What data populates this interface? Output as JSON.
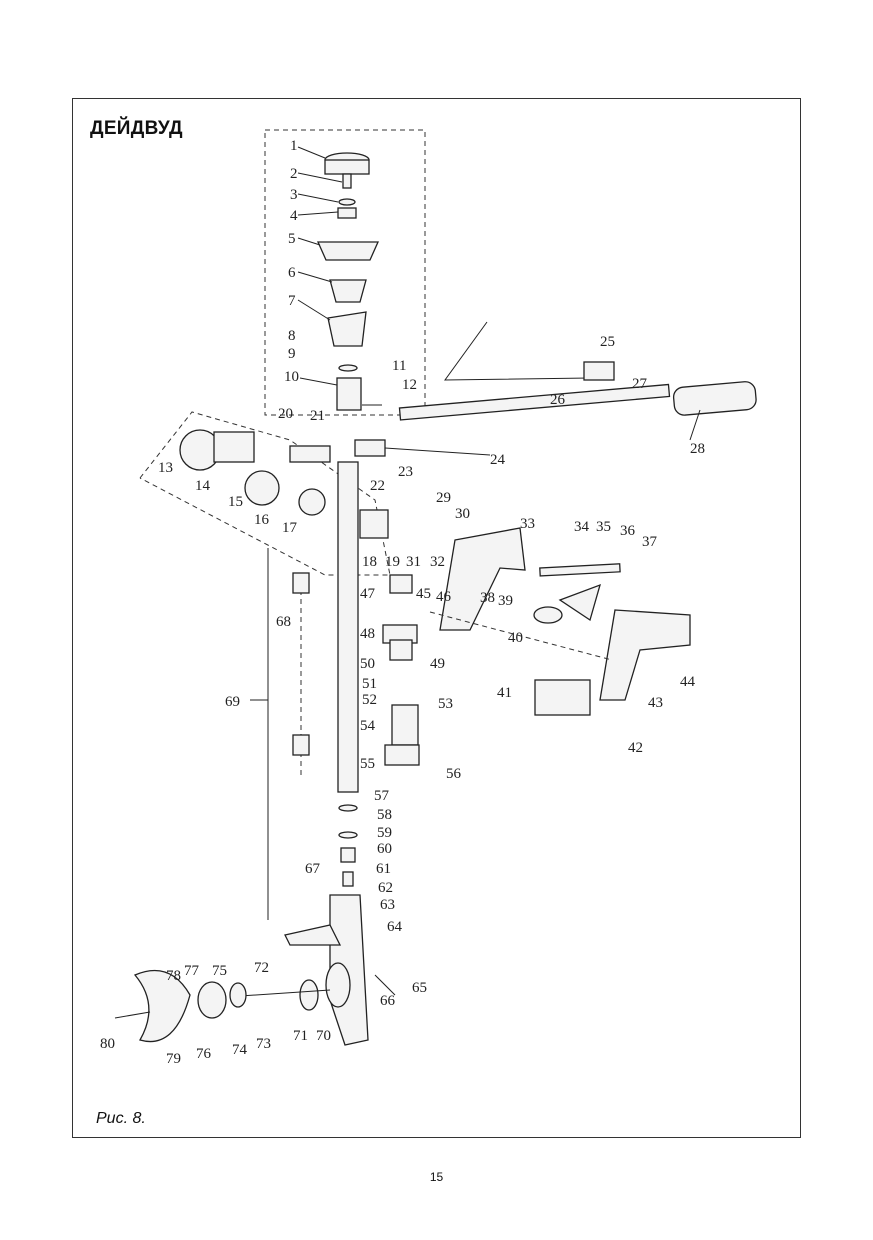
{
  "heading": "ДЕЙДВУД",
  "caption": "Рис. 8.",
  "page_number": "15",
  "part_numbers": [
    "1",
    "2",
    "3",
    "4",
    "5",
    "6",
    "7",
    "8",
    "9",
    "10",
    "11",
    "12",
    "13",
    "14",
    "15",
    "16",
    "17",
    "18",
    "19",
    "20",
    "21",
    "22",
    "23",
    "24",
    "25",
    "26",
    "27",
    "28",
    "29",
    "30",
    "31",
    "32",
    "33",
    "34",
    "35",
    "36",
    "37",
    "38",
    "39",
    "40",
    "41",
    "42",
    "43",
    "44",
    "45",
    "46",
    "47",
    "48",
    "49",
    "50",
    "51",
    "52",
    "53",
    "54",
    "55",
    "56",
    "57",
    "58",
    "59",
    "60",
    "61",
    "62",
    "63",
    "64",
    "65",
    "66",
    "67",
    "68",
    "69",
    "70",
    "71",
    "72",
    "73",
    "74",
    "75",
    "76",
    "77",
    "78",
    "79",
    "80"
  ]
}
